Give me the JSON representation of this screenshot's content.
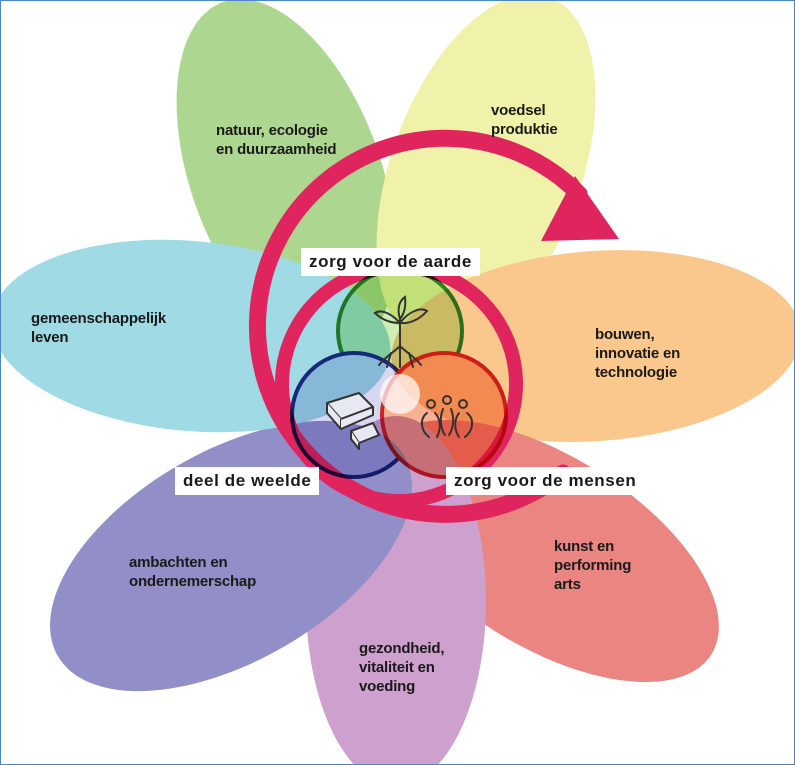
{
  "petals": [
    {
      "id": "natuur",
      "text": "natuur, ecologie\nen duurzaamheid",
      "color": "#9fcf7e"
    },
    {
      "id": "voedsel",
      "text": "voedsel\nproduktie",
      "color": "#eef09a"
    },
    {
      "id": "bouwen",
      "text": "bouwen,\ninnovatie en\ntechnologie",
      "color": "#f9bd78"
    },
    {
      "id": "kunst",
      "text": "kunst en\nperforming\narts",
      "color": "#e86f6c"
    },
    {
      "id": "gezondheid",
      "text": "gezondheid,\nvitaliteit en\nvoeding",
      "color": "#c58fc4"
    },
    {
      "id": "ambachten",
      "text": "ambachten en\nondernemerschap",
      "color": "#7f7bbf"
    },
    {
      "id": "gemeenschap",
      "text": "gemeenschappelijk\nleven",
      "color": "#8fd4df"
    }
  ],
  "center_labels": {
    "aarde": "zorg voor de aarde",
    "weelde": "deel de weelde",
    "mensen": "zorg voor de mensen"
  },
  "colors": {
    "arrow": "#e0245e",
    "ring_green": "#2e8b2e",
    "ring_blue": "#1f2f88",
    "ring_red": "#d2232a"
  },
  "icons": {
    "aarde": "tree-roots-icon",
    "weelde": "shared-pie-icon",
    "mensen": "people-group-icon"
  }
}
